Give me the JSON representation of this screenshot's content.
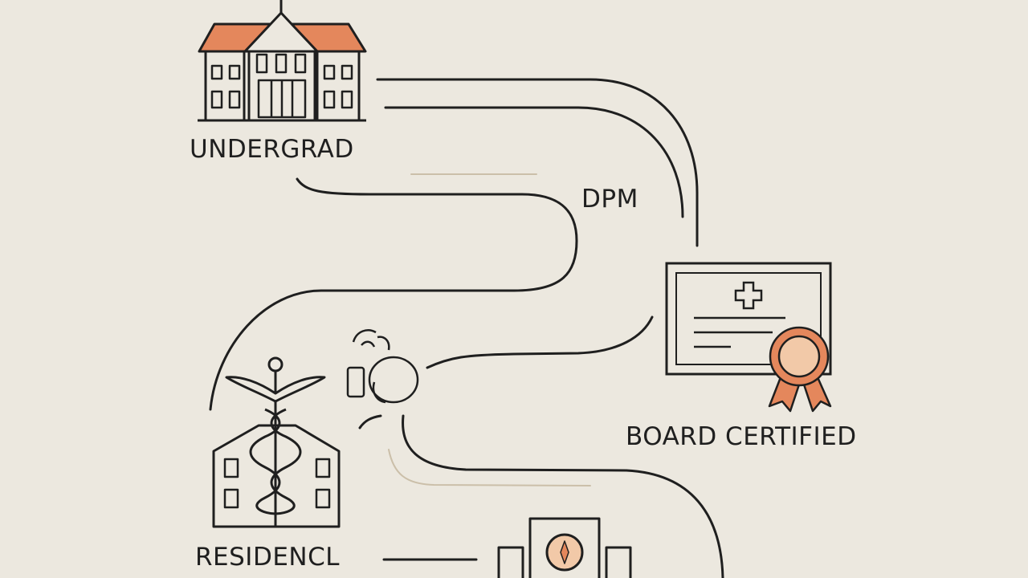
{
  "labels": {
    "undergrad": "UNDERGRAD",
    "dpm": "DPM",
    "board_certified": "BOARD CERTIFIED",
    "residency": "RESIDENCL"
  },
  "icons": [
    "university-building-icon",
    "certificate-icon",
    "award-ribbon-icon",
    "caduceus-hospital-icon",
    "foot-icon",
    "clinic-building-icon"
  ],
  "colors": {
    "background": "#ece8df",
    "ink": "#1f1f1f",
    "accent": "#e4875c",
    "accent_light": "#f2c9a8",
    "faint_line": "#cbbfa9"
  }
}
